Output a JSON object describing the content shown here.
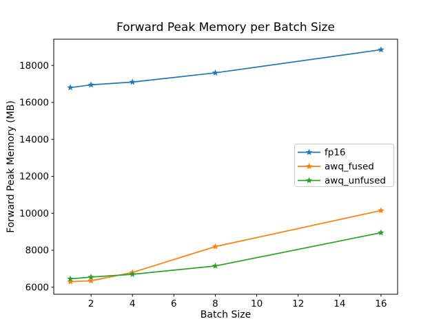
{
  "chart_data": {
    "type": "line",
    "title": "Forward Peak Memory per Batch Size",
    "xlabel": "Batch Size",
    "ylabel": "Forward Peak Memory (MB)",
    "x": [
      1,
      2,
      4,
      8,
      16
    ],
    "series": [
      {
        "name": "fp16",
        "color": "#1f77b4",
        "marker": "star",
        "values": [
          16800,
          16950,
          17100,
          17600,
          18850
        ]
      },
      {
        "name": "awq_fused",
        "color": "#ff7f0e",
        "marker": "star",
        "values": [
          6300,
          6350,
          6800,
          8200,
          10150
        ]
      },
      {
        "name": "awq_unfused",
        "color": "#2ca02c",
        "marker": "star",
        "values": [
          6450,
          6550,
          6700,
          7150,
          8950
        ]
      }
    ],
    "xticks": [
      2,
      4,
      6,
      8,
      10,
      12,
      14,
      16
    ],
    "yticks": [
      6000,
      8000,
      10000,
      12000,
      14000,
      16000,
      18000
    ],
    "xlim": [
      0.2,
      16.8
    ],
    "ylim": [
      5620,
      19420
    ],
    "grid": false,
    "legend_position": "center right",
    "background_color": "#ffffff",
    "axis_color": "#000000",
    "text_color": "#000000"
  }
}
